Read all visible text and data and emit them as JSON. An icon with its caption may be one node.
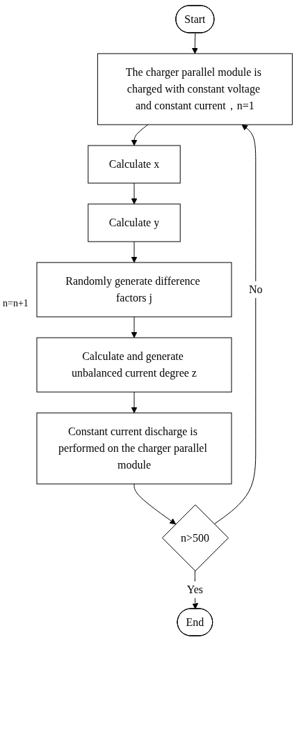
{
  "diagram": {
    "nodes": [
      {
        "text": [
          "Start"
        ]
      },
      {
        "text": [
          "The charger parallel module is charged with constant voltage and constant current，n=1"
        ]
      },
      {
        "text": [
          "Calculate x"
        ]
      },
      {
        "text": [
          "Calculate y"
        ]
      },
      {
        "text": [
          "Randomly generate difference factors j"
        ]
      },
      {
        "text": [
          "Calculate and generate unbalanced current degree z"
        ]
      },
      {
        "text": [
          "Constant current discharge is performed on the charger parallel module"
        ]
      },
      {
        "text": [
          "n>500"
        ]
      },
      {
        "text": [
          "End"
        ]
      }
    ],
    "edges": [
      {
        "from": 0,
        "to": 1,
        "arrow": "to"
      },
      {
        "from": 1,
        "to": 2,
        "arrow": "to"
      },
      {
        "from": 2,
        "to": 3,
        "arrow": "to"
      },
      {
        "from": 3,
        "to": 4,
        "arrow": "to"
      },
      {
        "from": 4,
        "to": 5,
        "arrow": "to"
      },
      {
        "from": 5,
        "to": 6,
        "arrow": "to"
      },
      {
        "from": 6,
        "to": 7,
        "arrow": "to"
      },
      {
        "from": 7,
        "to": 1,
        "arrow": "to",
        "label": "No"
      },
      {
        "from": 7,
        "to": 8,
        "arrow": "to",
        "label": "Yes"
      }
    ],
    "labels": [
      "n=n+1"
    ]
  }
}
